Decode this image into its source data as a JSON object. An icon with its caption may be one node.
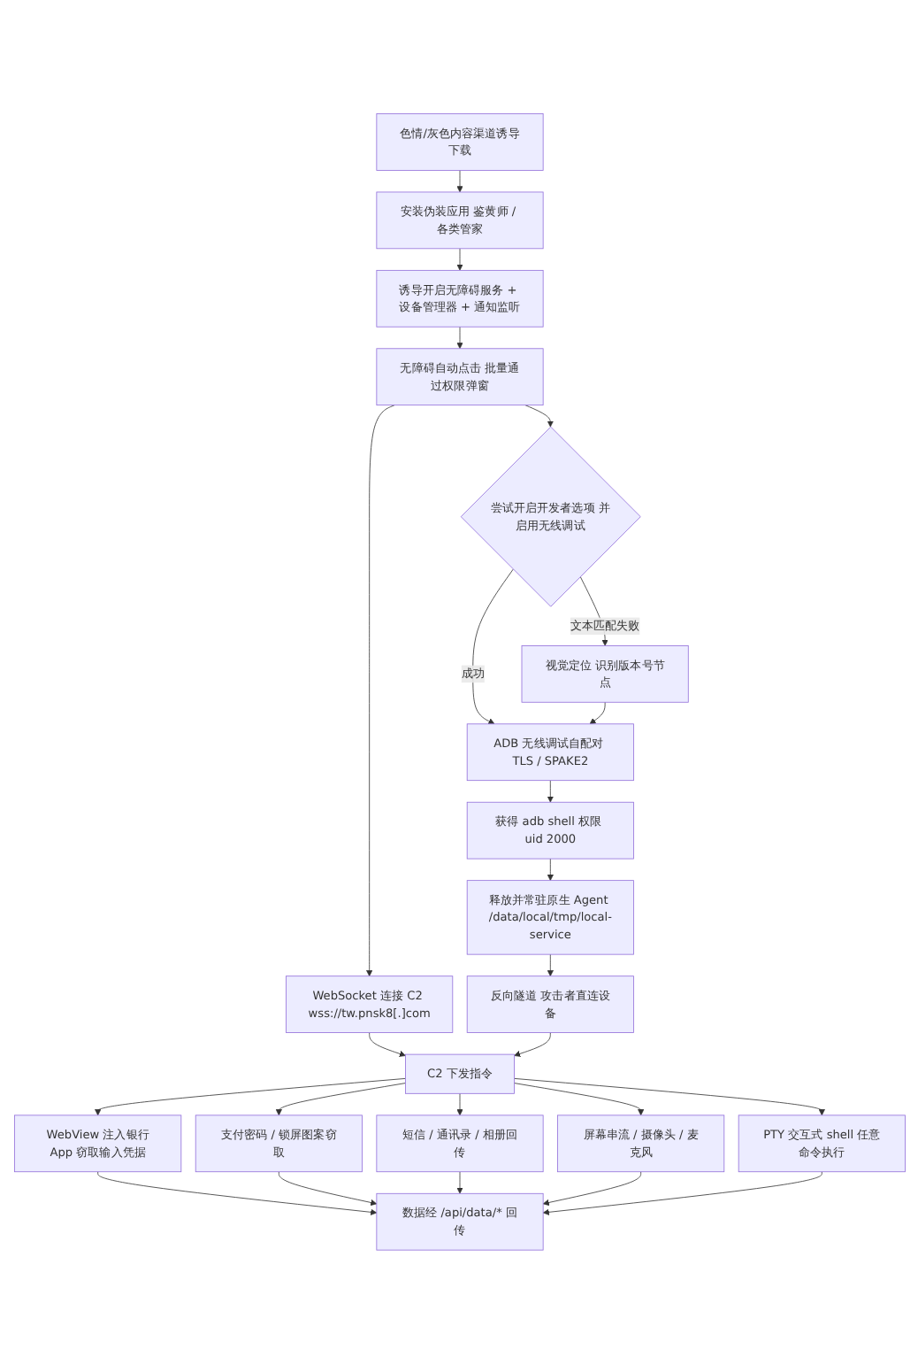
{
  "diagram": {
    "nodes": [
      {
        "text": [
          "色情/灰色内容渠道诱导下载"
        ]
      },
      {
        "text": [
          "安装伪装应用 鉴黄师 / 各类管家"
        ]
      },
      {
        "text": [
          "诱导开启无障碍服务 + 设备管理器 + 通知监听"
        ]
      },
      {
        "text": [
          "无障碍自动点击 批量通过权限弹窗"
        ]
      },
      {
        "text": [
          "尝试开启开发者选项 并启用无线调试"
        ]
      },
      {
        "text": [
          "视觉定位 识别版本号节点"
        ]
      },
      {
        "text": [
          "ADB 无线调试自配对 TLS / SPAKE2"
        ]
      },
      {
        "text": [
          "获得 adb shell 权限 uid 2000"
        ]
      },
      {
        "text": [
          "释放并常驻原生 Agent /data/local/tmp/local-service"
        ]
      },
      {
        "text": [
          "WebSocket 连接 C2 wss://tw.pnsk8[.]com"
        ]
      },
      {
        "text": [
          "反向隧道 攻击者直连设备"
        ]
      },
      {
        "text": [
          "C2 下发指令"
        ]
      },
      {
        "text": [
          "WebView 注入银行App 窃取输入凭据"
        ]
      },
      {
        "text": [
          "支付密码 / 锁屏图案窃取"
        ]
      },
      {
        "text": [
          "短信 / 通讯录 / 相册回传"
        ]
      },
      {
        "text": [
          "屏幕串流 / 摄像头 / 麦克风"
        ]
      },
      {
        "text": [
          "PTY 交互式 shell 任意命令执行"
        ]
      },
      {
        "text": [
          "数据经 /api/data/* 回传"
        ]
      }
    ],
    "edges": [
      {
        "from": 0,
        "to": 1,
        "arrow": "to"
      },
      {
        "from": 1,
        "to": 2,
        "arrow": "to"
      },
      {
        "from": 2,
        "to": 3,
        "arrow": "to"
      },
      {
        "from": 3,
        "to": 4,
        "arrow": "to"
      },
      {
        "from": 3,
        "to": 9,
        "arrow": "to"
      },
      {
        "from": 4,
        "to": 6,
        "arrow": "to",
        "label": "成功"
      },
      {
        "from": 4,
        "to": 5,
        "arrow": "to",
        "label": "文本匹配失败"
      },
      {
        "from": 5,
        "to": 6,
        "arrow": "to"
      },
      {
        "from": 6,
        "to": 7,
        "arrow": "to"
      },
      {
        "from": 7,
        "to": 8,
        "arrow": "to"
      },
      {
        "from": 8,
        "to": 10,
        "arrow": "to"
      },
      {
        "from": 9,
        "to": 11,
        "arrow": "to"
      },
      {
        "from": 10,
        "to": 11,
        "arrow": "to"
      },
      {
        "from": 11,
        "to": 12,
        "arrow": "to"
      },
      {
        "from": 11,
        "to": 13,
        "arrow": "to"
      },
      {
        "from": 11,
        "to": 14,
        "arrow": "to"
      },
      {
        "from": 11,
        "to": 15,
        "arrow": "to"
      },
      {
        "from": 11,
        "to": 16,
        "arrow": "to"
      },
      {
        "from": 12,
        "to": 17,
        "arrow": "to"
      },
      {
        "from": 13,
        "to": 17,
        "arrow": "to"
      },
      {
        "from": 14,
        "to": 17,
        "arrow": "to"
      },
      {
        "from": 15,
        "to": 17,
        "arrow": "to"
      },
      {
        "from": 16,
        "to": 17,
        "arrow": "to"
      }
    ]
  }
}
